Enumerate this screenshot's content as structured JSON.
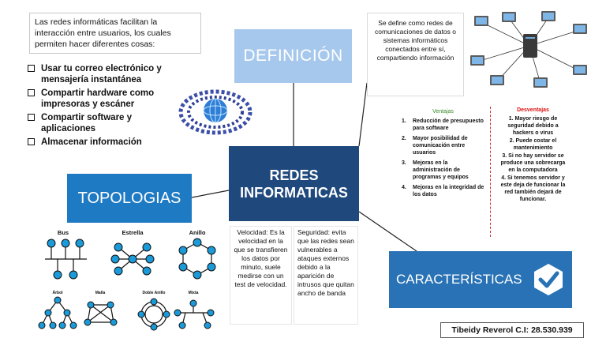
{
  "intro": {
    "text": "Las redes informáticas facilitan la interacción entre usuarios, los cuales permiten hacer diferentes cosas:"
  },
  "uses": [
    "Usar tu correo electrónico y mensajería instantánea",
    "Compartir hardware como impresoras y escáner",
    "Compartir software y aplicaciones",
    "Almacenar información"
  ],
  "titles": {
    "definicion": "DEFINICIÓN",
    "topologias": "TOPOLOGIAS",
    "main_line1": "REDES",
    "main_line2": "INFORMATICAS",
    "caracteristicas": "CARACTERÍSTICAS"
  },
  "definition_text": "Se define como redes de comunicaciones de datos o sistemas informáticos conectados entre sí, compartiendo información",
  "ventajas": {
    "title": "Ventajas",
    "items": [
      {
        "num": "1.",
        "text": "Reducción de presupuesto para software"
      },
      {
        "num": "2.",
        "text": "Mayor posibilidad de comunicación entre usuarios"
      },
      {
        "num": "3.",
        "text": "Mejoras en la administración de programas y equipos"
      },
      {
        "num": "4.",
        "text": "Mejoras en la integridad de los datos"
      }
    ]
  },
  "desventajas": {
    "title": "Desventajas",
    "items": [
      "1. Mayor riesgo de seguridad debido a hackers o virus",
      "2. Puede costar el mantenimiento",
      "3. Si no hay servidor se produce una sobrecarga en la computadora",
      "4. Si tenemos servidor y este deja de funcionar la red también dejará de funcionar."
    ]
  },
  "features": {
    "velocidad": "Velocidad: Es la velocidad en la que se transfieren los datos por minuto, suele medirse con un test de velocidad.",
    "seguridad": "Seguridad: evita que las redes sean vulnerables a ataques externos debido a la aparición de intrusos que quitan ancho de banda"
  },
  "topology_labels": {
    "bus": "Bus",
    "estrella": "Estrella",
    "anillo": "Anillo",
    "arbol": "Árbol",
    "malla": "Malla",
    "doble_anillo": "Doble Anillo",
    "mixta": "Mixta"
  },
  "author": "Tibeidy Reverol C.I: 28.530.939",
  "colors": {
    "definicion_bg": "#a6c8ec",
    "topologias_bg": "#1f7ac4",
    "main_bg": "#1f497d",
    "caracteristicas_bg": "#2872b5",
    "ventajas_title": "#3a8a26",
    "desventajas_title": "#dd1111",
    "topology_node": "#1a9ad9"
  },
  "icons": [
    "checkbox-icon",
    "check-badge-icon",
    "network-computers-image",
    "people-globe-image"
  ]
}
